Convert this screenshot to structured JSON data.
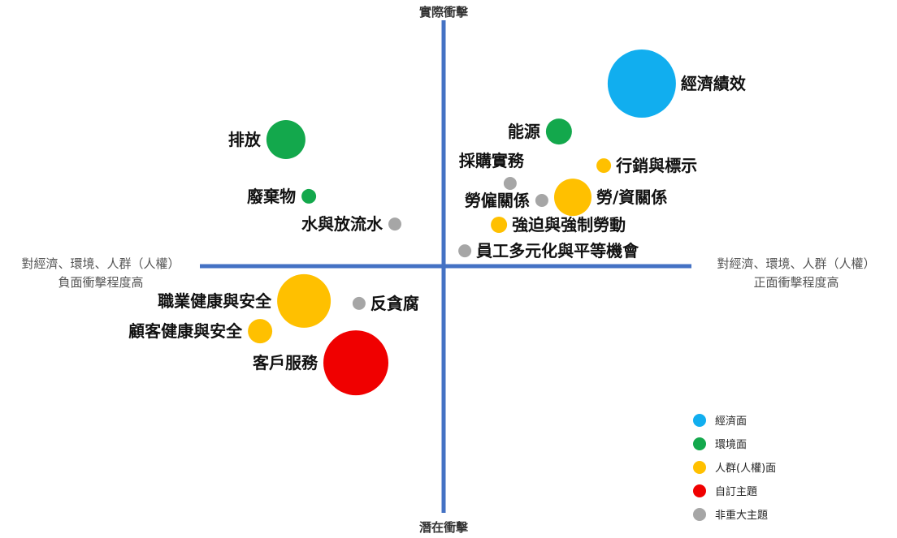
{
  "chart_data": {
    "type": "scatter",
    "subtype": "bubble-quadrant",
    "x_range": [
      -10,
      10
    ],
    "y_range": [
      -10,
      10
    ],
    "axis_labels": {
      "top": "實際衝擊",
      "bottom": "潛在衝擊",
      "left_line1": "對經濟、環境、人群（人權）",
      "left_line2": "負面衝擊程度高",
      "right_line1": "對經濟、環境、人群（人權）",
      "right_line2": "正面衝擊程度高"
    },
    "colors": {
      "economic": "#11AEEF",
      "environment": "#13A84C",
      "social": "#FFC000",
      "custom": "#F00000",
      "non_material": "#A6A6A6",
      "axis": "#4472C4"
    },
    "legend": [
      {
        "key": "economic",
        "label": "經濟面"
      },
      {
        "key": "environment",
        "label": "環境面"
      },
      {
        "key": "social",
        "label": "人群(人權)面"
      },
      {
        "key": "custom",
        "label": "自訂主題"
      },
      {
        "key": "non_material",
        "label": "非重大主題"
      }
    ],
    "legend_position": "bottom-right",
    "points": [
      {
        "label": "經濟績效",
        "x": 8.13,
        "y": 7.5,
        "size": 4.2,
        "group": "economic",
        "label_side": "right"
      },
      {
        "label": "能源",
        "x": 4.73,
        "y": 5.53,
        "size": 1.6,
        "group": "environment",
        "label_side": "left"
      },
      {
        "label": "排放",
        "x": -6.47,
        "y": 5.2,
        "size": 2.4,
        "group": "environment",
        "label_side": "left"
      },
      {
        "label": "行銷與標示",
        "x": 6.57,
        "y": 4.13,
        "size": 0.9,
        "group": "social",
        "label_side": "right"
      },
      {
        "label": "採購實務",
        "x": 2.73,
        "y": 3.4,
        "size": 0.8,
        "group": "non_material",
        "label_side": "above"
      },
      {
        "label": "廢棄物",
        "x": -5.53,
        "y": 2.87,
        "size": 0.9,
        "group": "environment",
        "label_side": "left"
      },
      {
        "label": "勞/資關係",
        "x": 5.3,
        "y": 2.83,
        "size": 2.3,
        "group": "social",
        "label_side": "right"
      },
      {
        "label": "勞僱關係",
        "x": 4.03,
        "y": 2.7,
        "size": 0.8,
        "group": "non_material",
        "label_side": "left"
      },
      {
        "label": "水與放流水",
        "x": -2.0,
        "y": 1.73,
        "size": 0.8,
        "group": "non_material",
        "label_side": "left"
      },
      {
        "label": "強迫與強制勞動",
        "x": 2.27,
        "y": 1.7,
        "size": 1.0,
        "group": "social",
        "label_side": "right"
      },
      {
        "label": "員工多元化與平等機會",
        "x": 0.87,
        "y": 0.63,
        "size": 0.8,
        "group": "non_material",
        "label_side": "right"
      },
      {
        "label": "職業健康與安全",
        "x": -5.73,
        "y": -1.43,
        "size": 3.3,
        "group": "social",
        "label_side": "left"
      },
      {
        "label": "反貪腐",
        "x": -3.47,
        "y": -1.53,
        "size": 0.8,
        "group": "non_material",
        "label_side": "right"
      },
      {
        "label": "顧客健康與安全",
        "x": -7.53,
        "y": -2.67,
        "size": 1.5,
        "group": "social",
        "label_side": "left"
      },
      {
        "label": "客戶服務",
        "x": -3.6,
        "y": -3.97,
        "size": 4.0,
        "group": "custom",
        "label_side": "left"
      }
    ]
  }
}
